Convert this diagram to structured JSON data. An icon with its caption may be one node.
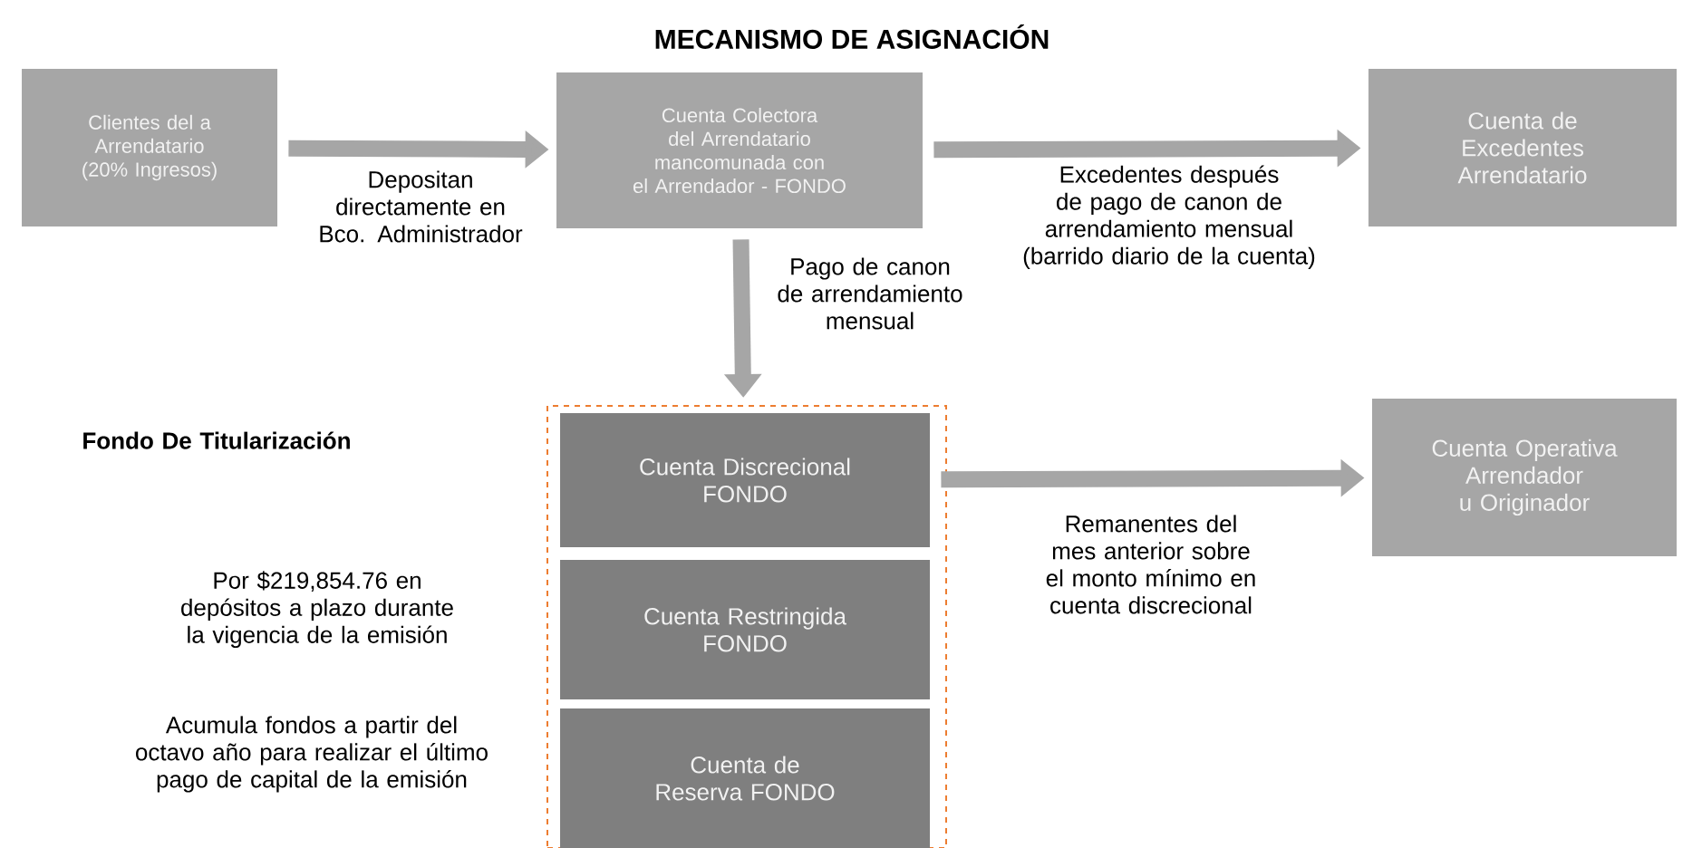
{
  "diagram": {
    "title": "MECANISMO DE ASIGNACIÓN",
    "nodes": [
      {
        "text": [
          "Clientes del a Arrendatario (20% Ingresos)"
        ]
      },
      {
        "text": [
          "Cuenta Colectora del Arrendatario mancomunada con el Arrendador - FONDO"
        ]
      },
      {
        "text": [
          "Cuenta de Excedentes Arrendatario"
        ]
      },
      {
        "text": [],
        "shape": "box"
      },
      {
        "text": [
          "Cuenta Discrecional FONDO"
        ],
        "in": 3
      },
      {
        "text": [
          "Cuenta Restringida FONDO"
        ],
        "in": 3
      },
      {
        "text": [
          "Cuenta de Reserva FONDO"
        ],
        "in": 3
      },
      {
        "text": [
          "Cuenta Operativa Arrendador u Originador"
        ]
      }
    ],
    "edges": [
      {
        "from": 0,
        "to": 1,
        "arrow": "to",
        "label": "Depositan directamente en Bco. Administrador"
      },
      {
        "from": 1,
        "to": 2,
        "arrow": "to",
        "label": "Excedentes después de pago de canon de arrendamiento mensual (barrido diario de la cuenta)"
      },
      {
        "from": 1,
        "to": 3,
        "arrow": "to",
        "label": "Pago de canon de arrendamiento mensual"
      },
      {
        "from": 4,
        "to": 7,
        "arrow": "to",
        "label": "Remanentes del mes anterior sobre el monto mínimo en cuenta discrecional"
      }
    ],
    "labels": [
      "Fondo De Titularización",
      "Por $219,854.76 en depósitos a plazo durante la vigencia de la emisión",
      "Acumula fondos a partir del octavo año para realizar el último pago de capital de la emisión"
    ]
  }
}
